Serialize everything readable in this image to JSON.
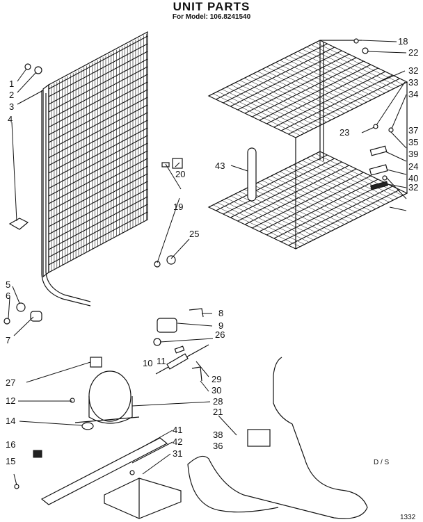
{
  "header": {
    "title": "UNIT PARTS",
    "subtitle": "For Model: 106.8241540"
  },
  "callouts": [
    "1",
    "2",
    "3",
    "4",
    "5",
    "6",
    "7",
    "8",
    "9",
    "10",
    "11",
    "12",
    "14",
    "15",
    "16",
    "18",
    "19",
    "20",
    "21",
    "22",
    "23",
    "24",
    "25",
    "26",
    "27",
    "28",
    "29",
    "30",
    "31",
    "32",
    "32",
    "33",
    "34",
    "35",
    "36",
    "37",
    "38",
    "39",
    "40",
    "41",
    "42",
    "43"
  ],
  "notes": {
    "ds": "D / S",
    "code": "1332"
  }
}
